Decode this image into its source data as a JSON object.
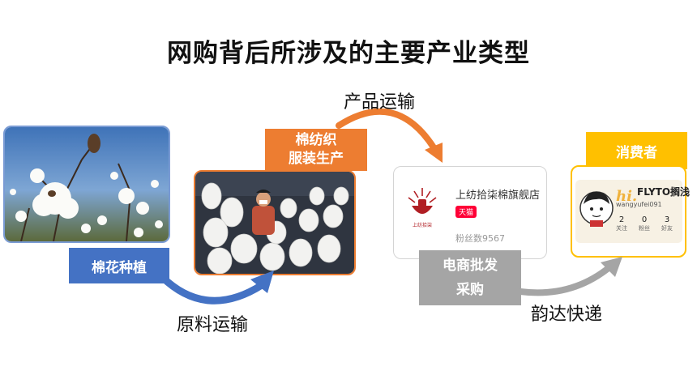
{
  "title": "网购背后所涉及的主要产业类型",
  "stages": {
    "cotton": {
      "label": "棉花种植"
    },
    "textile": {
      "label_line1": "棉纺织",
      "label_line2": "服装生产"
    },
    "ecommerce": {
      "label_line1": "电商批发",
      "label_line2": "采购"
    },
    "consumer": {
      "label": "消费者"
    }
  },
  "routes": {
    "raw_transport": "原料运输",
    "product_transport": "产品运输",
    "express": "韵达快递"
  },
  "store_card": {
    "name": "上纺拾柒棉旗舰店",
    "badge": "天猫",
    "fans": "粉丝数9567"
  },
  "profile_card": {
    "name": "FLYTO搁浅",
    "handle": "wangyufei091",
    "stats": [
      {
        "value": "2",
        "label": "关注"
      },
      {
        "value": "0",
        "label": "粉丝"
      },
      {
        "value": "3",
        "label": "好友"
      }
    ]
  },
  "colors": {
    "blue": "#4472c4",
    "orange": "#ed7d31",
    "gray": "#a5a5a5",
    "yellow": "#ffc000",
    "tmall_red": "#ff0036"
  }
}
